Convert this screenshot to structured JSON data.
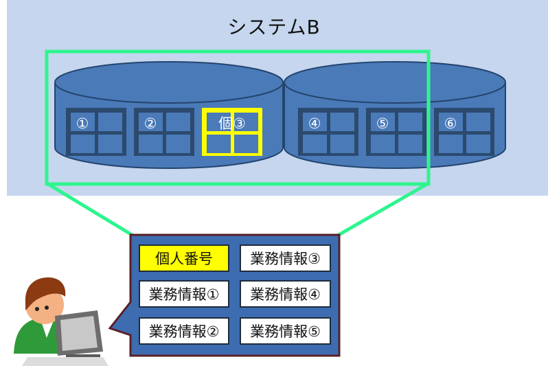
{
  "system": {
    "title": "システムB"
  },
  "databases": [
    {
      "name": "db-left",
      "blocks": [
        {
          "label": "①",
          "highlight": false
        },
        {
          "label": "②",
          "highlight": false
        },
        {
          "label": "個③",
          "highlight": true
        }
      ]
    },
    {
      "name": "db-right",
      "blocks": [
        {
          "label": "④",
          "highlight": false
        },
        {
          "label": "⑤",
          "highlight": false
        },
        {
          "label": "⑥",
          "highlight": false
        }
      ]
    }
  ],
  "detail": {
    "cells": [
      {
        "text": "個人番号",
        "highlight": true
      },
      {
        "text": "業務情報③",
        "highlight": false
      },
      {
        "text": "業務情報①",
        "highlight": false
      },
      {
        "text": "業務情報④",
        "highlight": false
      },
      {
        "text": "業務情報②",
        "highlight": false
      },
      {
        "text": "業務情報⑤",
        "highlight": false
      }
    ]
  },
  "colors": {
    "system_bg": "#c5d6ee",
    "db_fill": "#4a7ab8",
    "db_stroke": "#24446e",
    "block_bg": "#2b4a6e",
    "block_cell": "#4a7ab8",
    "selection": "#2ef58e",
    "highlight": "#ffff00",
    "callout_bg": "#3d6db0",
    "callout_border": "#5a1f26"
  }
}
